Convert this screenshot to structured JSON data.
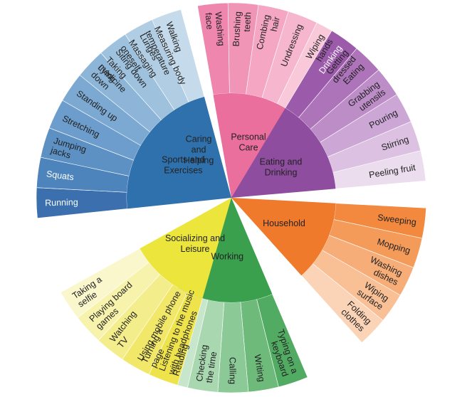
{
  "categories": [
    {
      "name": "Caring and Helping",
      "lines": [
        "Caring",
        "and",
        "Helping"
      ],
      "color": "#5e8c3a",
      "activities": [
        {
          "label": "Taking medicine",
          "lines": [
            "Taking",
            "medicine"
          ],
          "color": "#c3dea5"
        },
        {
          "label": "Massaging oneself",
          "lines": [
            "Massaging",
            "oneself"
          ],
          "color": "#d7e9c4"
        },
        {
          "label": "Measuring body temperature",
          "lines": [
            "Measuring body",
            "temperature"
          ],
          "color": "#e9f3de"
        }
      ]
    },
    {
      "name": "Personal Care",
      "lines": [
        "Personal",
        "Care"
      ],
      "color": "#ea6f9c",
      "activities": [
        {
          "label": "Washing face",
          "lines": [
            "Washing",
            "face"
          ],
          "color": "#ee86ad"
        },
        {
          "label": "Brushing teeth",
          "lines": [
            "Brushing",
            "teeth"
          ],
          "color": "#f195b7"
        },
        {
          "label": "Combing hair",
          "lines": [
            "Combing",
            "hair"
          ],
          "color": "#f4a6c2"
        },
        {
          "label": "Undressing",
          "lines": [
            "Undressing"
          ],
          "color": "#f6b7ce"
        },
        {
          "label": "Wiping hands",
          "lines": [
            "Wiping",
            "hands"
          ],
          "color": "#f9c9da"
        },
        {
          "label": "Getting dressed",
          "lines": [
            "Getting",
            "dressed"
          ],
          "color": "#fbdde7"
        }
      ]
    },
    {
      "name": "Eating and Drinking",
      "lines": [
        "Eating and",
        "Drinking"
      ],
      "color": "#8e4d9e",
      "activities": [
        {
          "label": "Drinking",
          "lines": [
            "Drinking"
          ],
          "color": "#9c5aab"
        },
        {
          "label": "Eating",
          "lines": [
            "Eating"
          ],
          "color": "#ad74ba"
        },
        {
          "label": "Grabbing utensils",
          "lines": [
            "Grabbing",
            "utensils"
          ],
          "color": "#bd8dc8"
        },
        {
          "label": "Pouring",
          "lines": [
            "Pouring"
          ],
          "color": "#cca7d5"
        },
        {
          "label": "Stirring",
          "lines": [
            "Stirring"
          ],
          "color": "#dcc1e2"
        },
        {
          "label": "Peeling fruit",
          "lines": [
            "Peeling fruit"
          ],
          "color": "#ebdcee"
        }
      ]
    },
    {
      "name": "Household",
      "lines": [
        "Household"
      ],
      "color": "#f07a2c",
      "activities": [
        {
          "label": "Sweeping",
          "lines": [
            "Sweeping"
          ],
          "color": "#f3893e"
        },
        {
          "label": "Mopping",
          "lines": [
            "Mopping"
          ],
          "color": "#f59b5a"
        },
        {
          "label": "Washing dishes",
          "lines": [
            "Washing",
            "dishes"
          ],
          "color": "#f7ad77"
        },
        {
          "label": "Wiping surface",
          "lines": [
            "Wiping",
            "surface"
          ],
          "color": "#f9c096"
        },
        {
          "label": "Folding clothes",
          "lines": [
            "Folding",
            "clothes"
          ],
          "color": "#fbd4b7"
        }
      ]
    },
    {
      "name": "Working",
      "lines": [
        "Working"
      ],
      "color": "#3aa04e",
      "activities": [
        {
          "label": "Typing on a keyboard",
          "lines": [
            "Typing on a",
            "keyboard"
          ],
          "color": "#52ab62"
        },
        {
          "label": "Writing",
          "lines": [
            "Writing"
          ],
          "color": "#6eba7b"
        },
        {
          "label": "Calling",
          "lines": [
            "Calling"
          ],
          "color": "#8bc996"
        },
        {
          "label": "Checking the time",
          "lines": [
            "Checking",
            "the time"
          ],
          "color": "#a9d8b0"
        },
        {
          "label": "Reading",
          "lines": [
            "Reading"
          ],
          "color": "#c7e6cb"
        },
        {
          "label": "Turning a page",
          "lines": [
            "Turning a",
            "page"
          ],
          "color": "#e2f2e4"
        }
      ]
    },
    {
      "name": "Socializing and Leisure",
      "lines": [
        "Socializing and",
        "Leisure"
      ],
      "color": "#ece53c",
      "activities": [
        {
          "label": "Listening to the music with headphones",
          "lines": [
            "Listening to the music",
            "with headphones"
          ],
          "color": "#eee34a"
        },
        {
          "label": "Using mobile phone",
          "lines": [
            "Using mobile phone"
          ],
          "color": "#f1e86a"
        },
        {
          "label": "Watching TV",
          "lines": [
            "Watching",
            "TV"
          ],
          "color": "#f4ed8b"
        },
        {
          "label": "Playing board games",
          "lines": [
            "Playing board",
            "games"
          ],
          "color": "#f7f2ac"
        },
        {
          "label": "Taking a selfie",
          "lines": [
            "Taking a",
            "selfie"
          ],
          "color": "#faf7cd"
        }
      ]
    },
    {
      "name": "Sports and Exercises",
      "lines": [
        "Sports and",
        "Exercises"
      ],
      "color": "#2f71ad",
      "activities": [
        {
          "label": "Running",
          "lines": [
            "Running"
          ],
          "color": "#3b6fae"
        },
        {
          "label": "Squats",
          "lines": [
            "Squats"
          ],
          "color": "#4e84bc"
        },
        {
          "label": "Jumping jacks",
          "lines": [
            "Jumping",
            "jacks"
          ],
          "color": "#5d91c4"
        },
        {
          "label": "Stretching",
          "lines": [
            "Stretching"
          ],
          "color": "#6c9dcc"
        },
        {
          "label": "Standing up",
          "lines": [
            "Standing up"
          ],
          "color": "#7ca9d2"
        },
        {
          "label": "Lying down",
          "lines": [
            "Lying",
            "down"
          ],
          "color": "#8cb5d8"
        },
        {
          "label": "Siting down",
          "lines": [
            "Siting down"
          ],
          "color": "#9ec1dd"
        },
        {
          "label": "Lunges",
          "lines": [
            "Lunges"
          ],
          "color": "#b1cde3"
        },
        {
          "label": "Walking",
          "lines": [
            "Walking"
          ],
          "color": "#c5daea"
        }
      ]
    }
  ]
}
